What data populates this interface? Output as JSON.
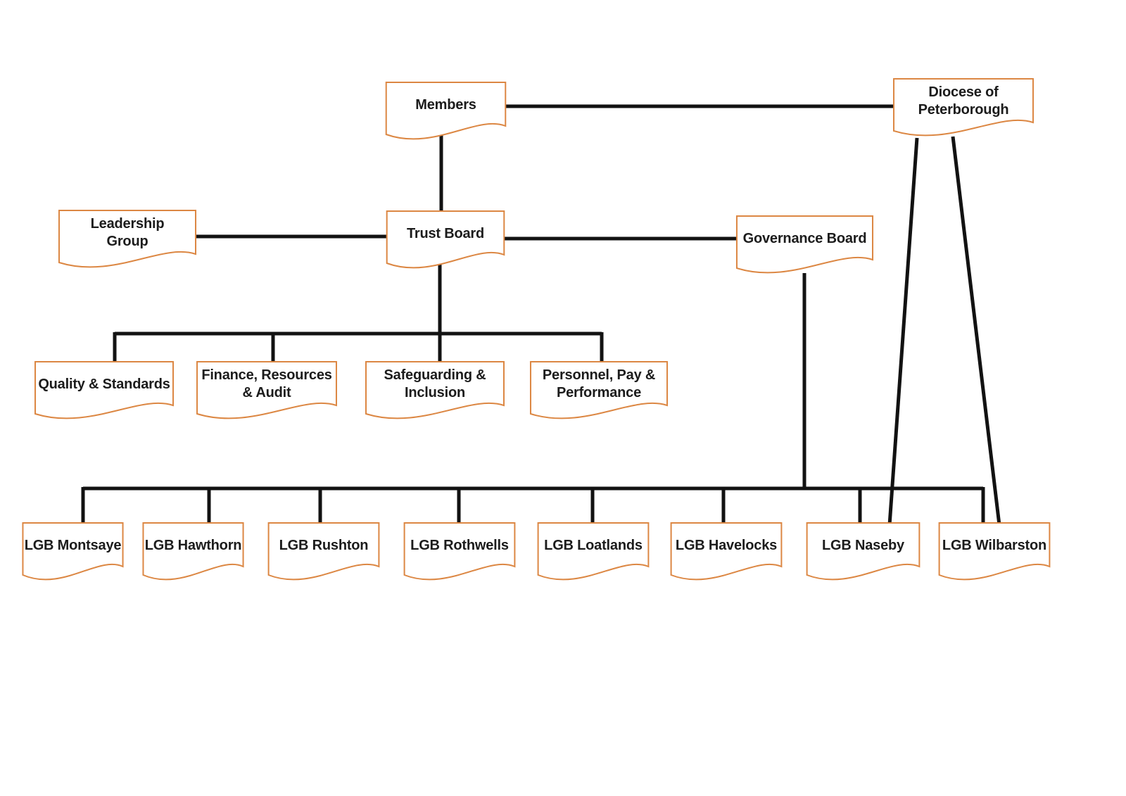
{
  "colors": {
    "box_border": "#DC8743",
    "box_fill": "#FFFFFF",
    "connector": "#121212",
    "text": "#1C1C1C",
    "background": "#FFFFFF"
  },
  "nodes": {
    "members": {
      "label": "Members"
    },
    "diocese": {
      "label": "Diocese of\nPeterborough"
    },
    "leadership": {
      "label": "Leadership\nGroup"
    },
    "trust": {
      "label": "Trust Board"
    },
    "governance": {
      "label": "Governance Board"
    },
    "quality": {
      "label": "Quality & Standards"
    },
    "finance": {
      "label": "Finance, Resources\n& Audit"
    },
    "safeguarding": {
      "label": "Safeguarding &\nInclusion"
    },
    "personnel": {
      "label": "Personnel, Pay &\nPerformance"
    },
    "lgb_montsaye": {
      "label": "LGB Montsaye"
    },
    "lgb_hawthorn": {
      "label": "LGB Hawthorn"
    },
    "lgb_rushton": {
      "label": "LGB Rushton"
    },
    "lgb_rothwells": {
      "label": "LGB Rothwells"
    },
    "lgb_loatlands": {
      "label": "LGB Loatlands"
    },
    "lgb_havelocks": {
      "label": "LGB Havelocks"
    },
    "lgb_naseby": {
      "label": "LGB Naseby"
    },
    "lgb_wilbarston": {
      "label": "LGB Wilbarston"
    }
  },
  "edges": [
    {
      "from": "Members",
      "to": "Diocese of Peterborough"
    },
    {
      "from": "Members",
      "to": "Trust Board"
    },
    {
      "from": "Leadership Group",
      "to": "Trust Board"
    },
    {
      "from": "Trust Board",
      "to": "Governance Board"
    },
    {
      "from": "Trust Board",
      "to": "Quality & Standards"
    },
    {
      "from": "Trust Board",
      "to": "Finance, Resources & Audit"
    },
    {
      "from": "Trust Board",
      "to": "Safeguarding & Inclusion"
    },
    {
      "from": "Trust Board",
      "to": "Personnel, Pay & Performance"
    },
    {
      "from": "Governance Board",
      "to": "LGB Montsaye"
    },
    {
      "from": "Governance Board",
      "to": "LGB Hawthorn"
    },
    {
      "from": "Governance Board",
      "to": "LGB Rushton"
    },
    {
      "from": "Governance Board",
      "to": "LGB Rothwells"
    },
    {
      "from": "Governance Board",
      "to": "LGB Loatlands"
    },
    {
      "from": "Governance Board",
      "to": "LGB Havelocks"
    },
    {
      "from": "Governance Board",
      "to": "LGB Naseby"
    },
    {
      "from": "Governance Board",
      "to": "LGB Wilbarston"
    },
    {
      "from": "Diocese of Peterborough",
      "to": "LGB Naseby"
    },
    {
      "from": "Diocese of Peterborough",
      "to": "LGB Wilbarston"
    }
  ]
}
